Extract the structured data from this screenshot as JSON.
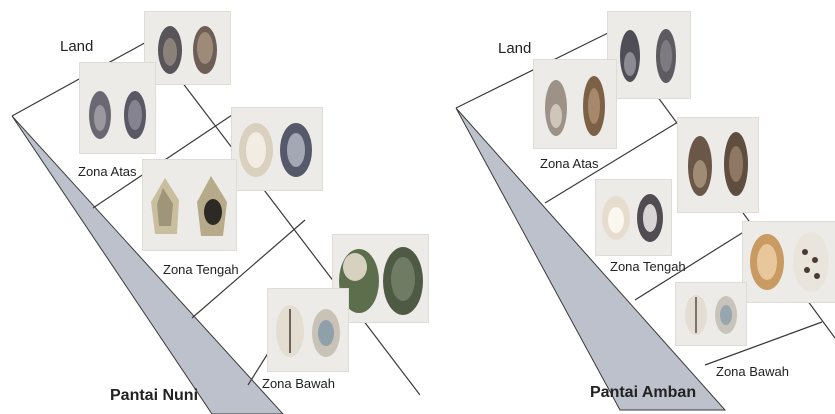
{
  "panels": [
    {
      "title": "Pantai Nuni",
      "land_label": "Land",
      "zones": [
        "Zona Atas",
        "Zona Tengah",
        "Zona Bawah"
      ]
    },
    {
      "title": "Pantai Amban",
      "land_label": "Land",
      "zones": [
        "Zona Atas",
        "Zona Tengah",
        "Zona Bawah"
      ]
    }
  ],
  "colors": {
    "wedge": "#bcc1cc",
    "line": "#3a3a3a",
    "photo_bg": "#ecebe7"
  }
}
